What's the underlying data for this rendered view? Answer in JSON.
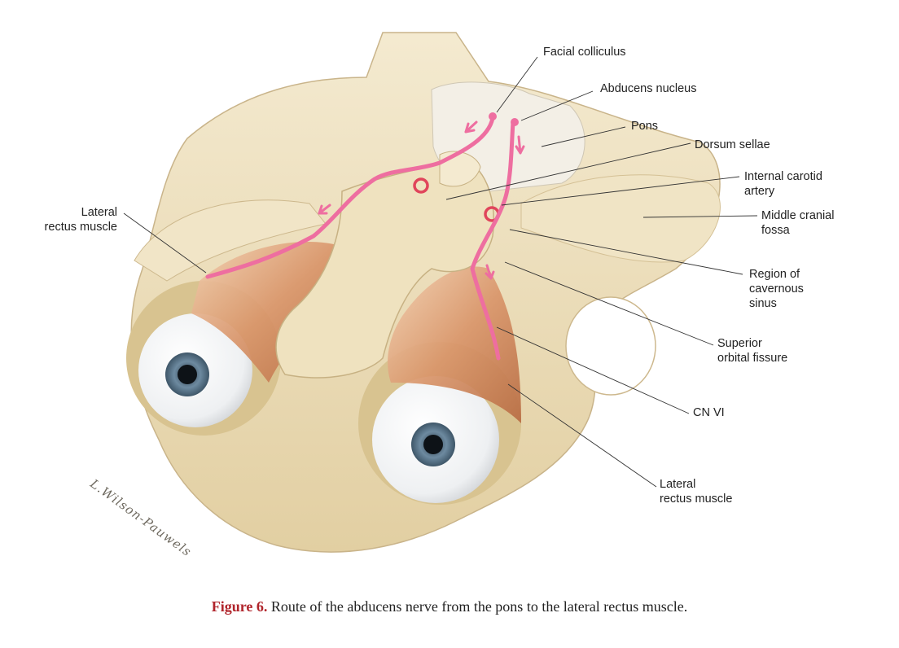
{
  "labels": {
    "facial_colliculus": "Facial colliculus",
    "abducens_nucleus": "Abducens nucleus",
    "pons": "Pons",
    "dorsum_sellae": "Dorsum sellae",
    "internal_carotid_line1": "Internal carotid",
    "internal_carotid_line2": "artery",
    "middle_cranial_line1": "Middle cranial",
    "middle_cranial_line2": "fossa",
    "cavernous_line1": "Region of",
    "cavernous_line2": "cavernous",
    "cavernous_line3": "sinus",
    "sup_orbital_line1": "Superior",
    "sup_orbital_line2": "orbital fissure",
    "cn6": "CN VI",
    "lat_rectus_right_line1": "Lateral",
    "lat_rectus_right_line2": "rectus muscle",
    "lat_rectus_left_line1": "Lateral",
    "lat_rectus_left_line2": "rectus muscle"
  },
  "caption": {
    "figure": "Figure 6.",
    "text": " Route of the abducens nerve from the pons to the lateral rectus muscle."
  },
  "signature": "L.Wilson-Pauwels",
  "colors": {
    "nerve": "#ee6ea0",
    "bone": "#eee0bc",
    "bone_shadow": "#d9c596",
    "muscle": "#d9956a",
    "caption_accent": "#b0242b"
  }
}
